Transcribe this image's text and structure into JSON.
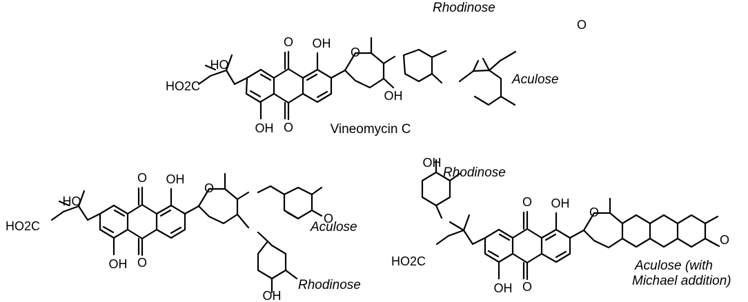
{
  "compound_1": {
    "name": "Vineomycin C",
    "sugar_labels": [
      "Rhodinose",
      "Aculose"
    ],
    "atoms": {
      "acid": "HO2C",
      "hydroxy_side": "HO",
      "oh_top": "OH",
      "oh_bottom": "OH",
      "oh_sugar": "OH",
      "carbonyl_top": "O",
      "carbonyl_bottom": "O",
      "ketone": "O",
      "ring_o": "O"
    }
  },
  "compound_2": {
    "sugar_labels": [
      "Aculose",
      "Rhodinose"
    ],
    "atoms": {
      "acid": "HO2C",
      "hydroxy_side": "HO",
      "oh_top": "OH",
      "oh_bottom": "OH",
      "oh_sugar": "OH",
      "carbonyl_top": "O",
      "carbonyl_bottom": "O",
      "ketone": "O",
      "ring_o": "O"
    }
  },
  "compound_3": {
    "sugar_labels": [
      "Rhodinose",
      "Aculose (with",
      "Michael addition)"
    ],
    "atoms": {
      "acid": "HO2C",
      "oh_top": "OH",
      "oh_bottom": "OH",
      "oh_sugar": "OH",
      "carbonyl_top": "O",
      "carbonyl_bottom": "O",
      "ketone": "O",
      "ring_o": "O"
    }
  }
}
